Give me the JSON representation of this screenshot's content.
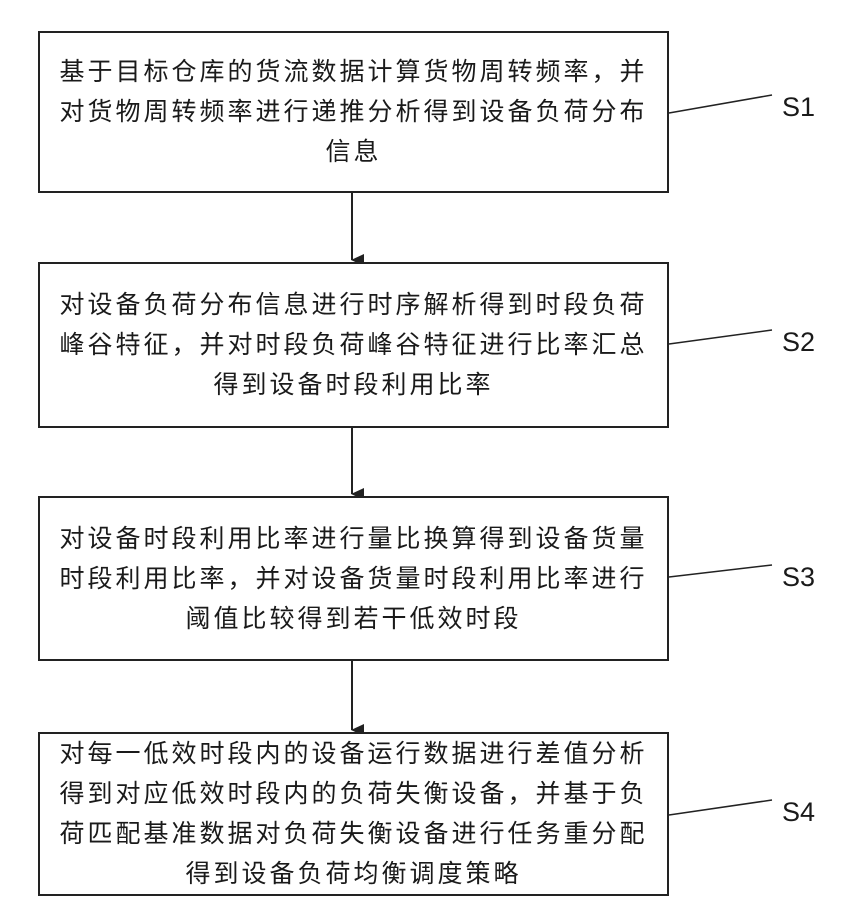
{
  "steps": [
    {
      "id": "S1",
      "label": "S1",
      "text": "基于目标仓库的货流数据计算货物周转频率，并对货物周转频率进行递推分析得到设备负荷分布信息"
    },
    {
      "id": "S2",
      "label": "S2",
      "text": "对设备负荷分布信息进行时序解析得到时段负荷峰谷特征，并对时段负荷峰谷特征进行比率汇总得到设备时段利用比率"
    },
    {
      "id": "S3",
      "label": "S3",
      "text": "对设备时段利用比率进行量比换算得到设备货量时段利用比率，并对设备货量时段利用比率进行阈值比较得到若干低效时段"
    },
    {
      "id": "S4",
      "label": "S4",
      "text": "对每一低效时段内的设备运行数据进行差值分析得到对应低效时段内的负荷失衡设备，并基于负荷匹配基准数据对负荷失衡设备进行任务重分配得到设备负荷均衡调度策略"
    }
  ]
}
